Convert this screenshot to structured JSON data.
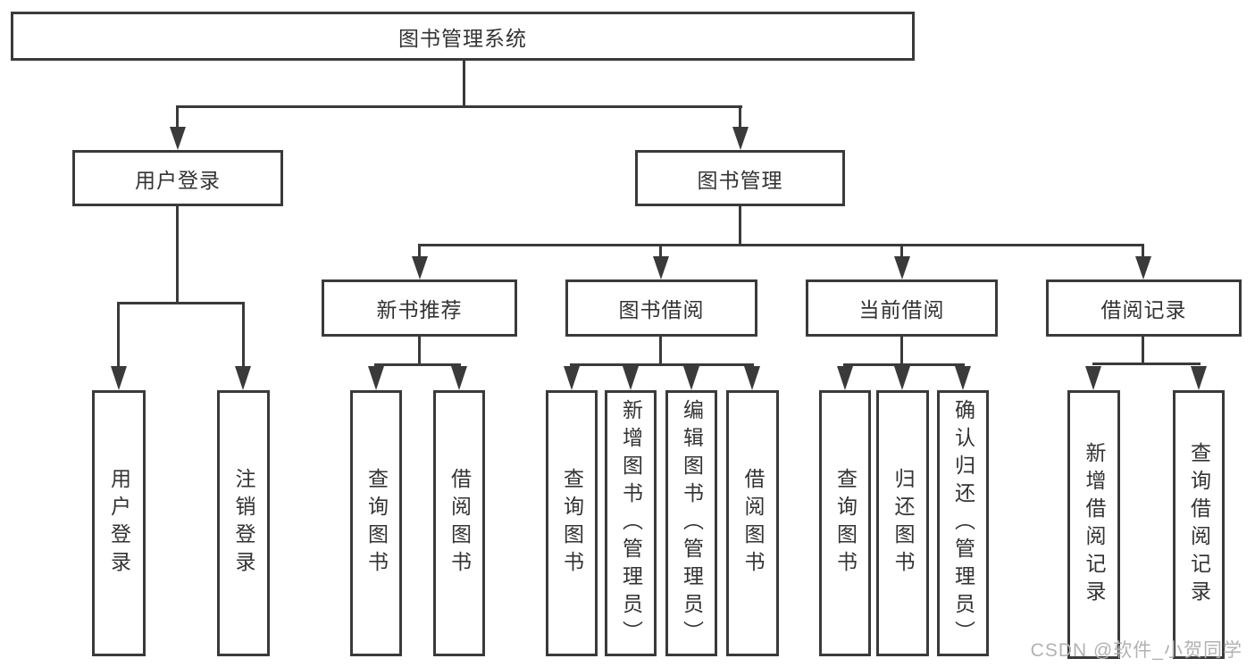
{
  "colors": {
    "line": "#3a3a3a",
    "text": "#333333",
    "watermark_gray": "#b2b2b2",
    "background": "#ffffff"
  },
  "watermark": {
    "text": "CSDN @软件_小贺同学"
  },
  "tree": {
    "root": {
      "label": "图书管理系统"
    },
    "branches": [
      {
        "label": "用户登录",
        "leaves": [
          "用户登录",
          "注销登录"
        ]
      },
      {
        "label": "图书管理",
        "children": [
          {
            "label": "新书推荐",
            "leaves": [
              "查询图书",
              "借阅图书"
            ]
          },
          {
            "label": "图书借阅",
            "leaves": [
              "查询图书",
              "新增图书（管理员）",
              "编辑图书（管理员）",
              "借阅图书"
            ]
          },
          {
            "label": "当前借阅",
            "leaves": [
              "查询图书",
              "归还图书",
              "确认归还（管理员）"
            ]
          },
          {
            "label": "借阅记录",
            "leaves": [
              "新增借阅记录",
              "查询借阅记录"
            ]
          }
        ]
      }
    ]
  }
}
